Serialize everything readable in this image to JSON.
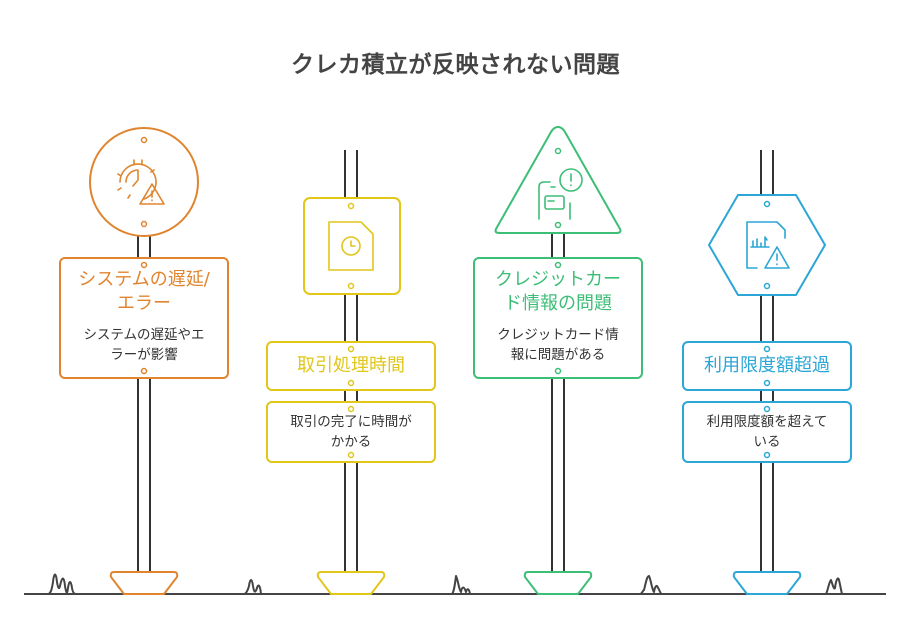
{
  "title": "クレカ積立が反映されない問題",
  "signs": [
    {
      "id": "system",
      "color": "#E0852F",
      "sign_shape": "circle",
      "icon": "gear-clock-warning-icon",
      "label": "システムの遅延/エラー",
      "label_lines": [
        "システムの遅",
        "延/エラー"
      ],
      "description_lines": [
        "システムの遅延やエ",
        "ラーが影響"
      ]
    },
    {
      "id": "transaction",
      "color": "#E2C61A",
      "sign_shape": "rounded-square",
      "icon": "document-clock-icon",
      "label": "取引処理時間",
      "label_lines": [
        "取引処理時間"
      ],
      "description_lines": [
        "取引の完了に時間が",
        "かかる"
      ]
    },
    {
      "id": "card-info",
      "color": "#3DBE77",
      "sign_shape": "triangle",
      "icon": "card-document-alert-icon",
      "label": "クレジットカード情報の問題",
      "label_lines": [
        "クレジットカー",
        "ド情報の問題"
      ],
      "description_lines": [
        "クレジットカード情",
        "報に問題がある"
      ]
    },
    {
      "id": "limit",
      "color": "#2CA6D6",
      "sign_shape": "hexagon",
      "icon": "chart-document-warning-icon",
      "label": "利用限度額超過",
      "label_lines": [
        "利用限度額超過"
      ],
      "description_lines": [
        "利用限度額を超えて",
        "いる"
      ]
    }
  ],
  "ground_color": "#444444"
}
